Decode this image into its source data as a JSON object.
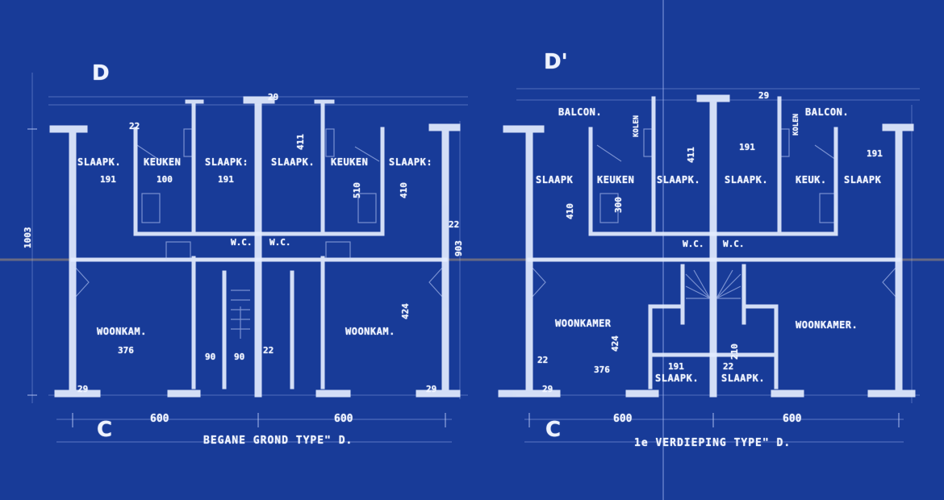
{
  "section_marks": {
    "left_top": "D",
    "right_top": "D'",
    "left_bottom": "C",
    "right_bottom": "C"
  },
  "ground_floor": {
    "title": "BEGANE GROND TYPE\" D.",
    "width_left": "600",
    "width_right": "600",
    "depth_overall": "1003",
    "depth_right": "903",
    "rooms": {
      "slaapk_1": "SLAAPK.",
      "keuken_1": "KEUKEN",
      "slaapk_2": "SLAAPK:",
      "slaapk_3": "SLAAPK.",
      "keuken_2": "KEUKEN",
      "slaapk_4": "SLAAPK:",
      "woonkam_left": "WOONKAM.",
      "woonkam_right": "WOONKAM.",
      "wc_1": "W.C.",
      "wc_2": "W.C."
    },
    "dims": {
      "d_191_a": "191",
      "d_100": "100",
      "d_191_b": "191",
      "d_411": "411",
      "d_510": "510",
      "d_410": "410",
      "d_376": "376",
      "d_90_a": "90",
      "d_90_b": "90",
      "d_424": "424",
      "d_29_a": "29",
      "d_29_b": "29",
      "d_29_c": "29",
      "d_22_a": "22",
      "d_22_b": "22",
      "d_22_c": "22"
    }
  },
  "first_floor": {
    "title": "1e VERDIEPING TYPE\" D.",
    "width_left": "600",
    "width_right": "600",
    "rooms": {
      "balcon_left": "BALCON.",
      "balcon_right": "BALCON.",
      "kolen_left": "KOLEN",
      "kolen_right": "KOLEN",
      "slaapk_1": "SLAAPK",
      "keuken": "KEUKEN",
      "slaapk_2": "SLAAPK.",
      "slaapk_3": "SLAAPK.",
      "keuk": "KEUK.",
      "slaapk_4": "SLAAPK",
      "woonkamer_left": "WOONKAMER",
      "woonkamer_right": "WOONKAMER.",
      "wc_1": "W.C.",
      "wc_2": "W.C.",
      "slaapk_5": "SLAAPK.",
      "slaapk_6": "SLAAPK."
    },
    "dims": {
      "d_191_a": "191",
      "d_191_b": "191",
      "d_411": "411",
      "d_410": "410",
      "d_300": "300",
      "d_424": "424",
      "d_376": "376",
      "d_191_c": "191",
      "d_210": "210",
      "d_29_a": "29",
      "d_29_b": "29",
      "d_22_a": "22",
      "d_22_b": "22"
    }
  }
}
